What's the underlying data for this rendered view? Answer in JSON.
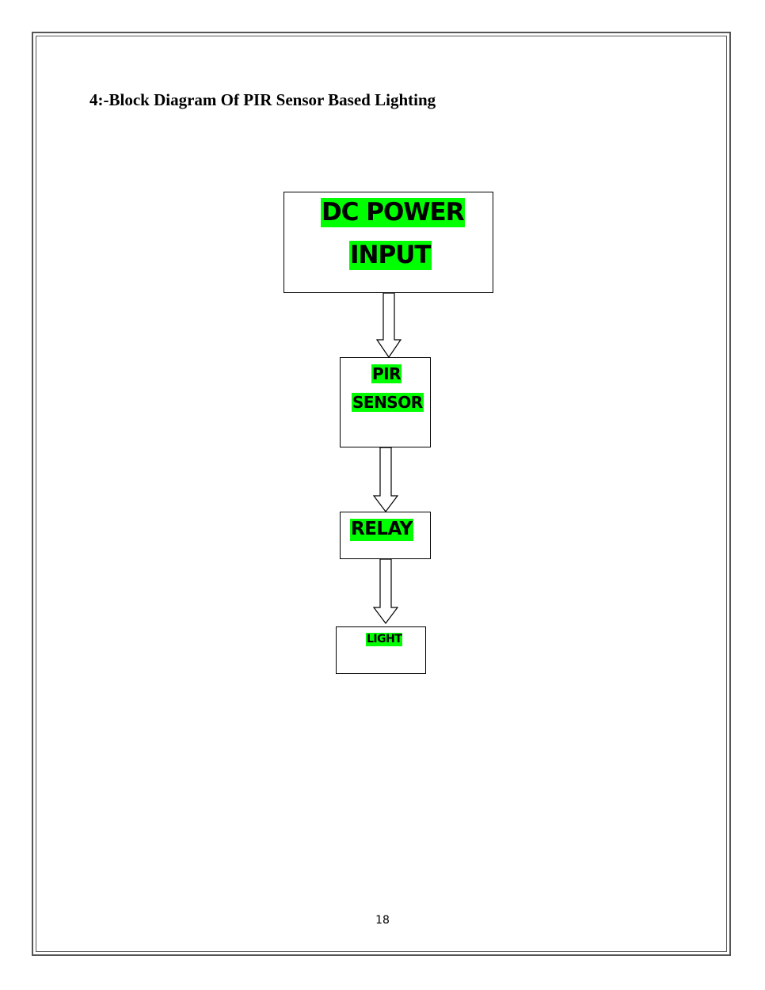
{
  "document": {
    "heading": "4:-Block Diagram Of PIR Sensor Based Lighting",
    "page_number": "18"
  },
  "diagram": {
    "highlight_color": "#00ff00",
    "blocks": {
      "dc_power_input": {
        "line1": "DC POWER",
        "line2": "INPUT"
      },
      "pir_sensor": {
        "line1": "PIR",
        "line2": "SENSOR"
      },
      "relay": {
        "line1": "RELAY"
      },
      "light": {
        "line1": "LIGHT"
      }
    },
    "connections": [
      {
        "from": "DC POWER INPUT",
        "to": "PIR SENSOR"
      },
      {
        "from": "PIR SENSOR",
        "to": "RELAY"
      },
      {
        "from": "RELAY",
        "to": "LIGHT"
      }
    ]
  }
}
